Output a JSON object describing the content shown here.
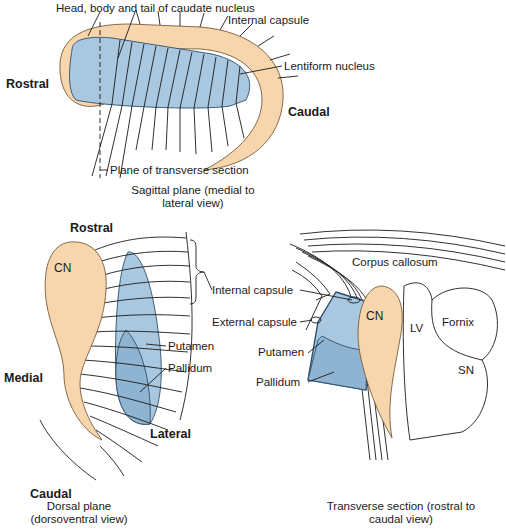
{
  "diagram": {
    "nodes": [
      {
        "text": [
          "CN"
        ]
      },
      {
        "text": [
          "CN"
        ]
      }
    ],
    "labels": [
      "Head, body and tail of caudate nucleus",
      "Internal capsule",
      "Lentiform nucleus",
      "Rostral",
      "Caudal",
      "Plane of transverse section",
      "Sagittal plane (medial to lateral view)",
      "Rostral",
      "Medial",
      "Putamen",
      "Pallidum",
      "Lateral",
      "Caudal",
      "Dorsal plane (dorsoventral view)",
      "Corpus callosum",
      "Internal capsule",
      "External capsule",
      "LV",
      "Fornix",
      "SN",
      "Putamen",
      "Pallidum",
      "Transverse section (rostral to caudal view)"
    ]
  }
}
